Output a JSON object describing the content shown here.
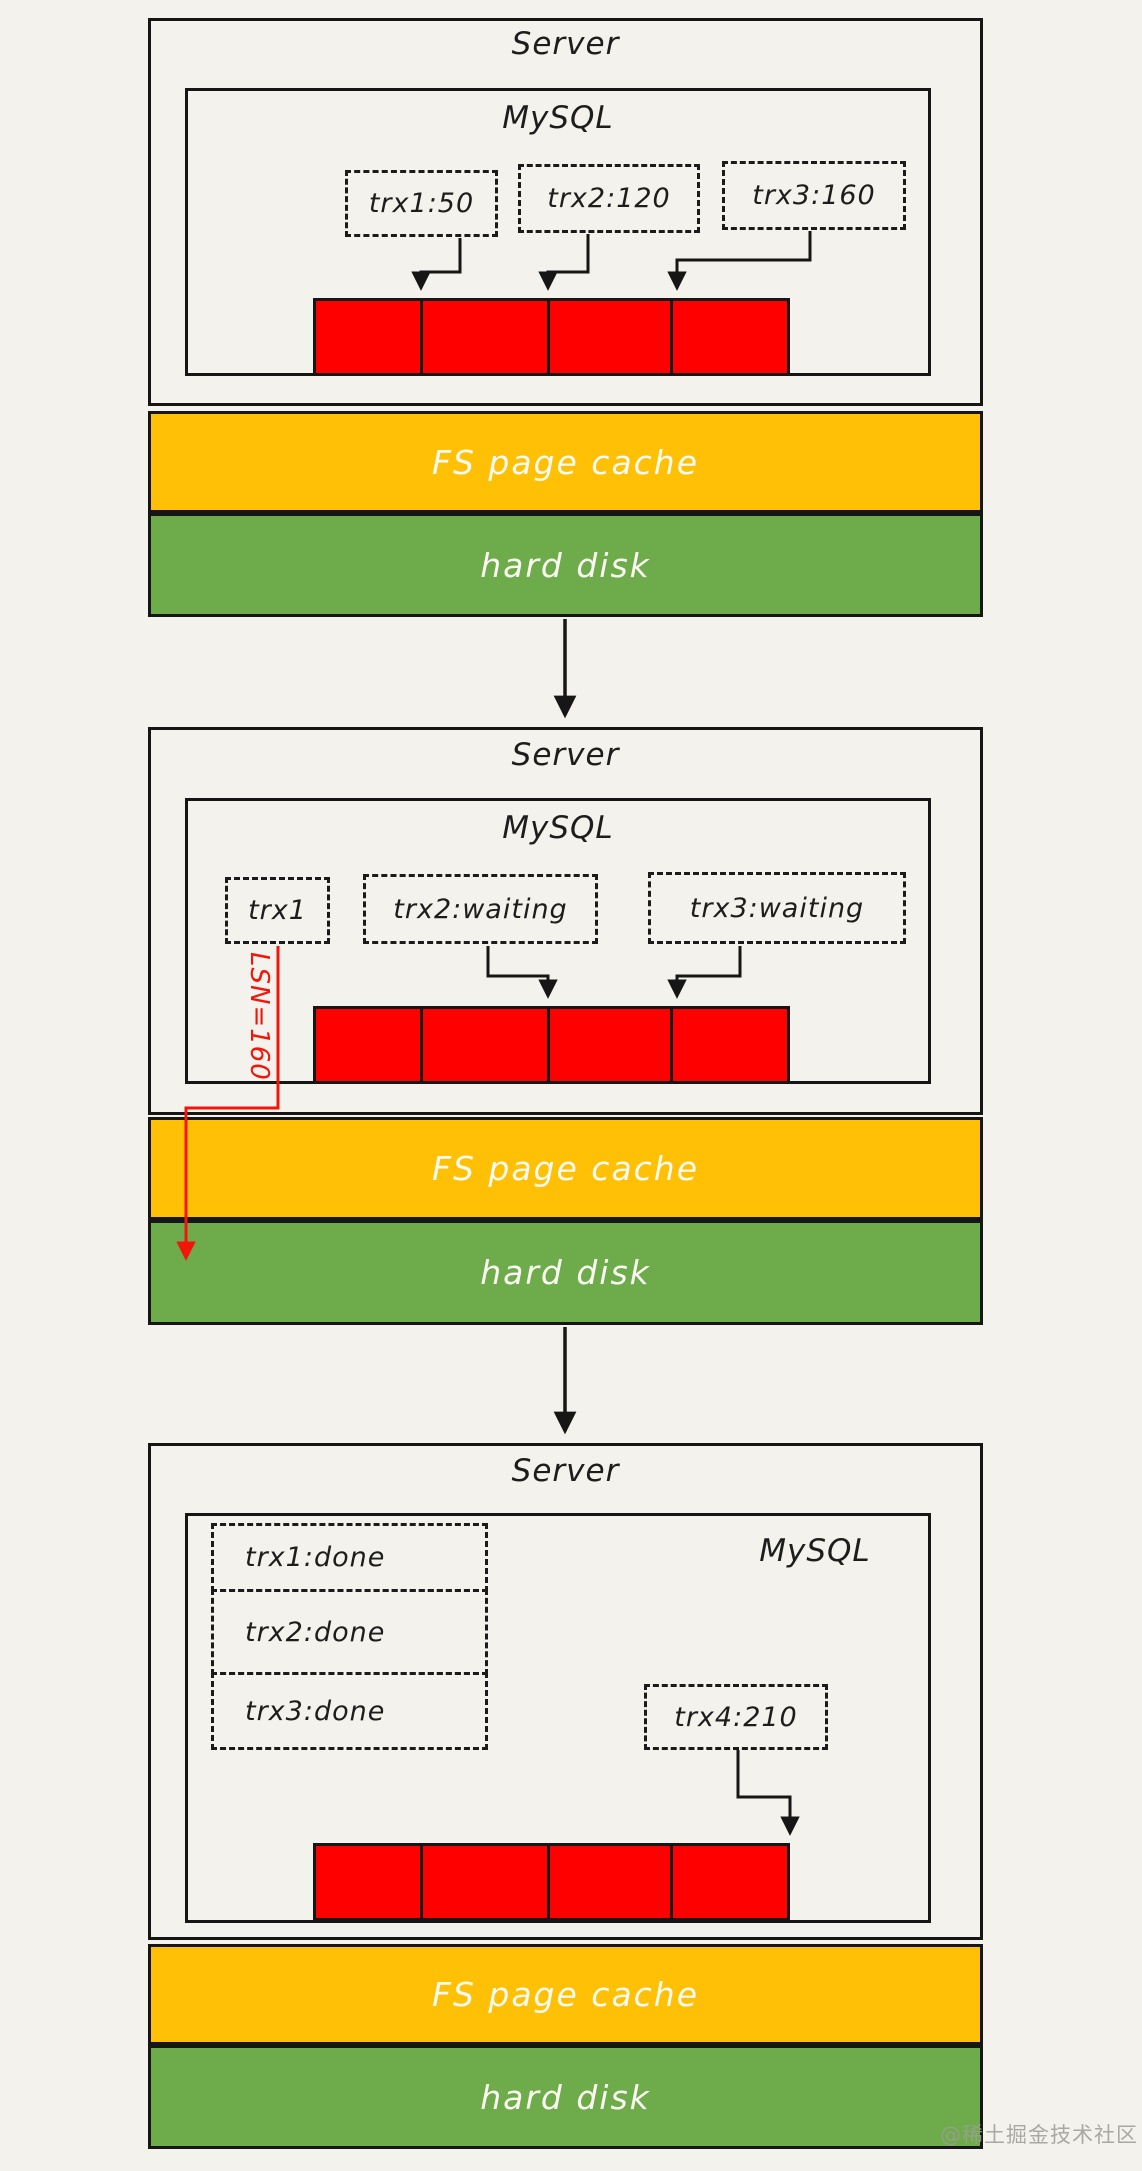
{
  "diagram": {
    "panels": [
      {
        "title": "Server",
        "engine": "MySQL",
        "trx": [
          {
            "label": "trx1:50"
          },
          {
            "label": "trx2:120"
          },
          {
            "label": "trx3:160"
          }
        ]
      },
      {
        "title": "Server",
        "engine": "MySQL",
        "lsn": "LSN=160",
        "trx": [
          {
            "label": "trx1"
          },
          {
            "label": "trx2:waiting"
          },
          {
            "label": "trx3:waiting"
          }
        ]
      },
      {
        "title": "Server",
        "engine": "MySQL",
        "trx": [
          {
            "label": "trx1:done"
          },
          {
            "label": "trx2:done"
          },
          {
            "label": "trx3:done"
          },
          {
            "label": "trx4:210"
          }
        ]
      }
    ],
    "layers": {
      "fs_page_cache": "FS page cache",
      "hard_disk": "hard disk"
    },
    "watermark": "@稀土掘金技术社区",
    "colors": {
      "background": "#F3F2EC",
      "ink": "#161616",
      "log_buffer_red": "#FE0000",
      "fs_cache_yellow": "#FFC005",
      "hard_disk_green": "#6EAC4B",
      "lsn_arrow_red": "#F2150A",
      "layer_text_white": "#FCFBF3"
    }
  }
}
